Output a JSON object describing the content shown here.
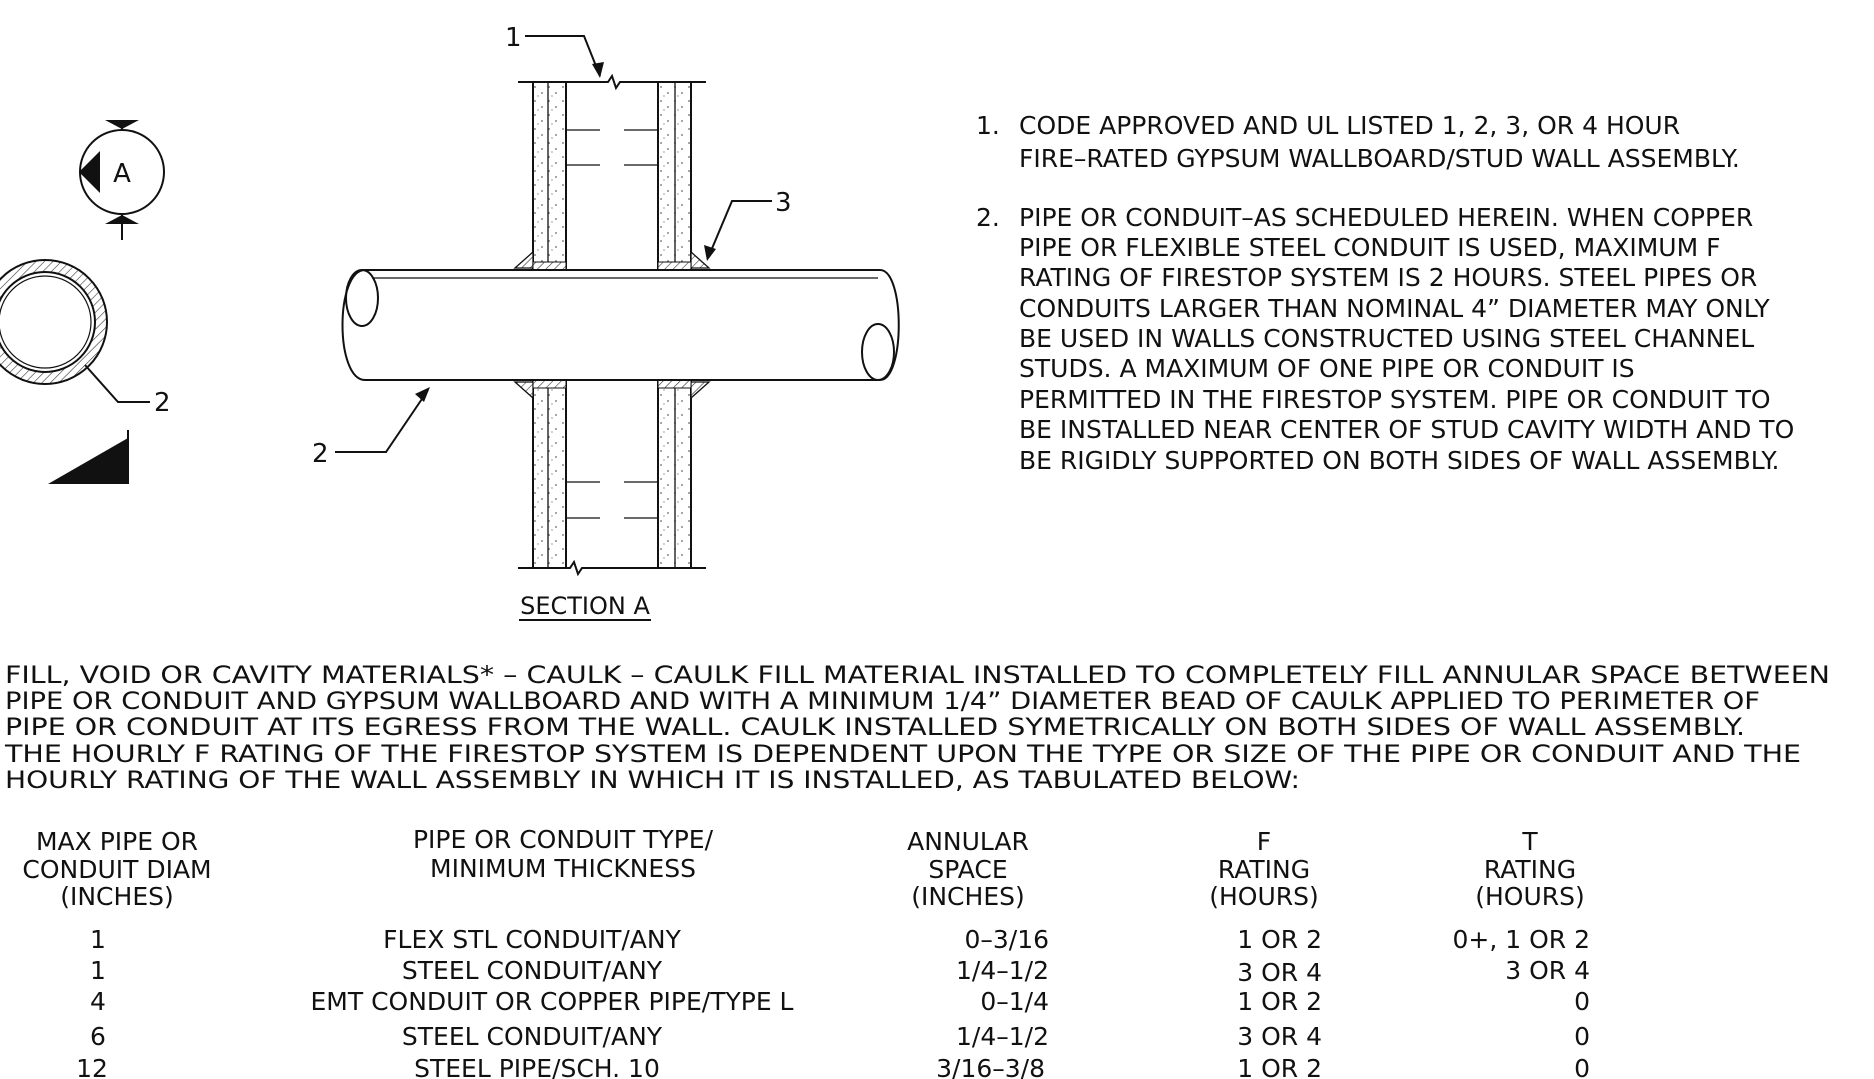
{
  "section_marker": {
    "letter": "A"
  },
  "callouts": [
    "1",
    "2",
    "3",
    "2"
  ],
  "section_title": "SECTION A",
  "notes": [
    {
      "num": "1.",
      "lines": [
        "CODE APPROVED AND UL LISTED 1, 2, 3, OR 4 HOUR",
        "FIRE–RATED GYPSUM WALLBOARD/STUD WALL ASSEMBLY."
      ]
    },
    {
      "num": "2.",
      "lines": [
        "PIPE OR CONDUIT–AS SCHEDULED HEREIN.  WHEN COPPER",
        "PIPE OR FLEXIBLE STEEL CONDUIT IS USED, MAXIMUM F",
        "RATING OF FIRESTOP SYSTEM IS 2 HOURS.  STEEL PIPES OR",
        "CONDUITS LARGER THAN NOMINAL 4” DIAMETER MAY ONLY",
        "BE USED IN WALLS CONSTRUCTED USING STEEL CHANNEL",
        "STUDS.  A MAXIMUM OF ONE PIPE OR CONDUIT IS",
        "PERMITTED IN THE FIRESTOP SYSTEM.  PIPE OR CONDUIT TO",
        "BE INSTALLED NEAR CENTER OF STUD CAVITY WIDTH AND TO",
        "BE RIGIDLY SUPPORTED ON BOTH SIDES OF WALL ASSEMBLY."
      ]
    }
  ],
  "paragraph": [
    "FILL, VOID OR CAVITY MATERIALS* – CAULK – CAULK FILL MATERIAL INSTALLED TO COMPLETELY FILL ANNULAR SPACE BETWEEN",
    "PIPE OR CONDUIT AND GYPSUM WALLBOARD AND WITH A MINIMUM 1/4” DIAMETER BEAD OF CAULK APPLIED TO PERIMETER OF",
    "PIPE OR CONDUIT AT ITS EGRESS FROM THE WALL.  CAULK INSTALLED SYMETRICALLY ON BOTH SIDES OF WALL ASSEMBLY.",
    "THE HOURLY F RATING OF THE FIRESTOP SYSTEM IS DEPENDENT UPON THE TYPE OR SIZE OF THE PIPE OR CONDUIT AND THE",
    "HOURLY RATING OF THE WALL ASSEMBLY IN WHICH IT IS INSTALLED, AS TABULATED BELOW:"
  ],
  "table": {
    "headers": [
      [
        "MAX PIPE OR",
        "CONDUIT DIAM",
        "(INCHES)"
      ],
      [
        "PIPE OR CONDUIT TYPE/",
        "MINIMUM THICKNESS"
      ],
      [
        "ANNULAR",
        "SPACE",
        "(INCHES)"
      ],
      [
        "F",
        "RATING",
        "(HOURS)"
      ],
      [
        "T",
        "RATING",
        "(HOURS)"
      ]
    ],
    "rows": [
      [
        "1",
        "FLEX STL CONDUIT/ANY",
        "0–3/16",
        "1 OR 2",
        "0+, 1 OR 2"
      ],
      [
        "1",
        "STEEL CONDUIT/ANY",
        "1/4–1/2",
        "3 OR 4",
        "3 OR 4"
      ],
      [
        "4",
        "EMT CONDUIT OR COPPER PIPE/TYPE L",
        "0–1/4",
        "1 OR 2",
        "0"
      ],
      [
        "6",
        "STEEL CONDUIT/ANY",
        "1/4–1/2",
        "3 OR 4",
        "0"
      ],
      [
        "12",
        "STEEL PIPE/SCH. 10",
        "3/16–3/8",
        "1 OR 2",
        "0"
      ]
    ]
  }
}
